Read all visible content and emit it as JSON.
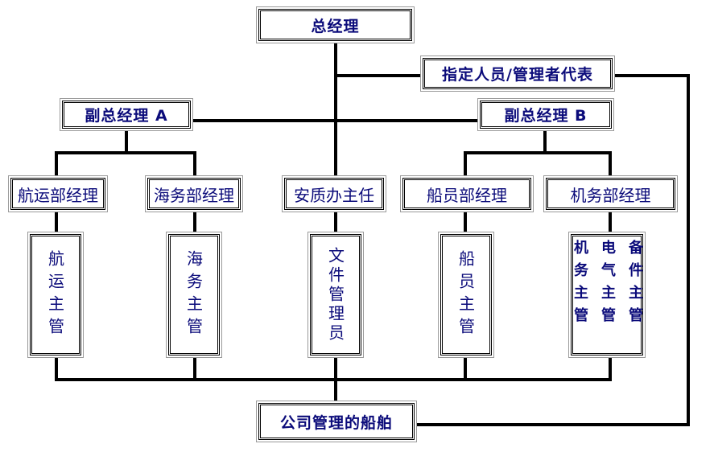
{
  "chart": {
    "top": "总经理",
    "management_rep": "指定人员/管理者代表",
    "deputy_a": "副总经理 A",
    "deputy_b": "副总经理 B",
    "departments": [
      "航运部经理",
      "海务部经理",
      "安质办主任",
      "船员部经理",
      "机务部经理"
    ],
    "supervisors": [
      "航运主管",
      "海务主管",
      "文件管理员",
      "船员主管"
    ],
    "engineering_supervisors": [
      "机务主管",
      "电气主管",
      "备件主管"
    ],
    "ships": "公司管理的船舶"
  },
  "colors": {
    "text": "#0b0b7a",
    "line": "#000000"
  }
}
